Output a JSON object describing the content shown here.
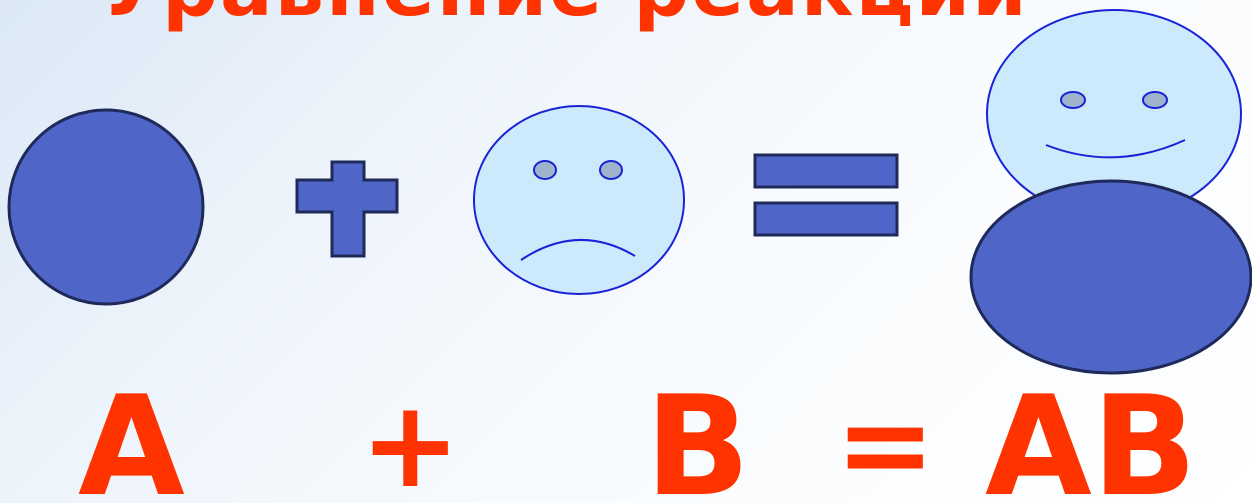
{
  "slide": {
    "title": "Уравнение реакции"
  },
  "equation": {
    "reactant_a": "А",
    "plus": "+",
    "reactant_b": "В",
    "equals": "=",
    "product": "АВ"
  },
  "colors": {
    "symbol_red": "#ff3300",
    "body_blue": "#4f66c8",
    "face_light": "#cdeafc",
    "outline_dark": "#1f2a5a",
    "face_line": "#1a22d8",
    "eye_fill": "#9fb4cc"
  },
  "icons": {
    "molecule_a": "blue-circle",
    "operator_plus": "plus-shape",
    "molecule_b": "sad-face",
    "operator_equals": "equals-shape",
    "product_head": "happy-face",
    "product_body": "blue-ellipse"
  }
}
